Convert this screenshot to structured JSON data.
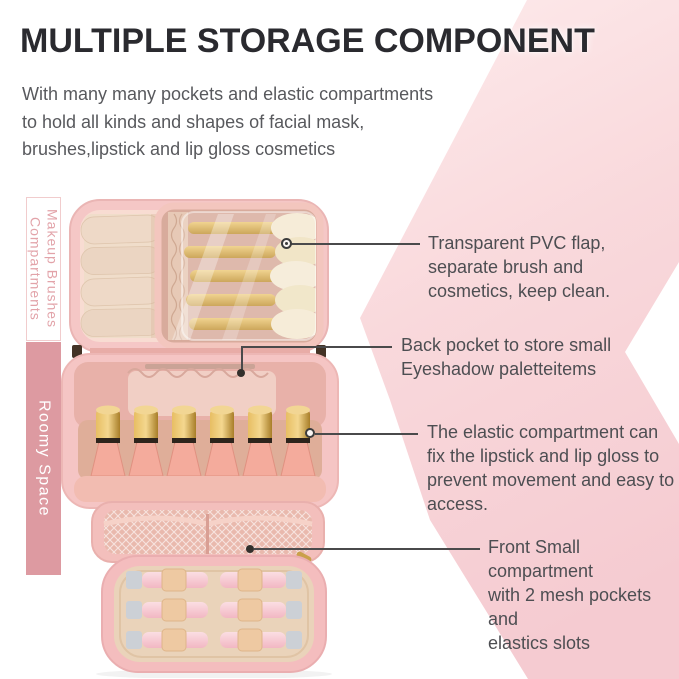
{
  "header": {
    "title": "MULTIPLE STORAGE COMPONENT",
    "subtitle": "With many many pockets and elastic compartments\nto hold all kinds and shapes of facial mask,\nbrushes,lipstick and lip gloss cosmetics"
  },
  "sidebar": {
    "compartments_label": "Makeup Brushes\nCompartments",
    "roomy_label": "Roomy Space"
  },
  "callouts": [
    {
      "text": "Transparent PVC flap,\nseparate brush and\ncosmetics, keep clean."
    },
    {
      "text": "Back pocket to store small\nEyeshadow paletteitems"
    },
    {
      "text": "The elastic compartment can\nfix the lipstick and lip gloss to\nprevent movement and easy to\naccess."
    },
    {
      "text": "Front Small compartment\nwith 2 mesh pockets and\nelastics slots"
    }
  ],
  "colors": {
    "background": "#ffffff",
    "accent_light_pink": "#f9d9dc",
    "sidebar_bar_pink": "#dd9aa1",
    "sidebar_label_pink": "#e2a3a9",
    "title_color": "#2a2a2f",
    "body_text": "#4d4e52",
    "leader_line": "#4a4a4b",
    "bag_pink": "#f5c6c5"
  }
}
